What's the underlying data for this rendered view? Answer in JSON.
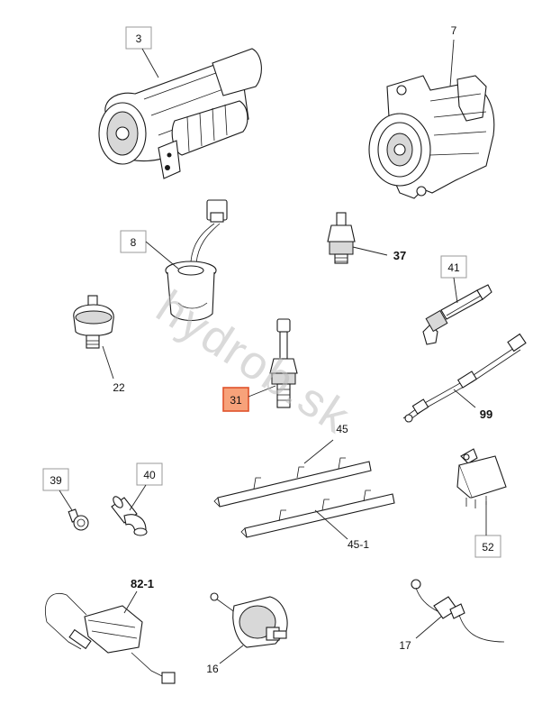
{
  "watermark": "hydrob.sk",
  "colors": {
    "highlight_fill": "#f7a27a",
    "highlight_stroke": "#e0522a",
    "ink": "#1a1a1a"
  },
  "labels": {
    "p3": "3",
    "p7": "7",
    "p8": "8",
    "p37": "37",
    "p41": "41",
    "p22": "22",
    "p31": "31",
    "p99": "99",
    "p45": "45",
    "p39": "39",
    "p40": "40",
    "p45_1": "45-1",
    "p52": "52",
    "p82_1": "82-1",
    "p16": "16",
    "p17": "17"
  }
}
